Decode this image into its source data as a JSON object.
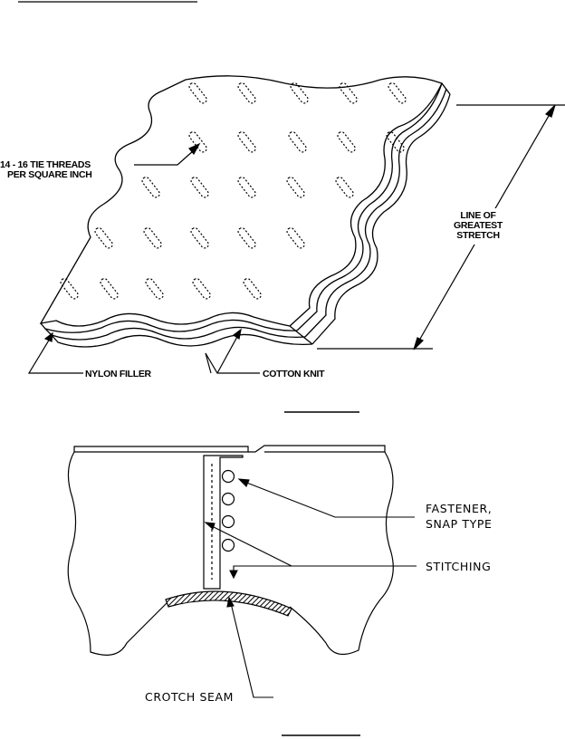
{
  "upper_figure": {
    "label_tie_threads_line1": "14 - 16 TIE THREADS",
    "label_tie_threads_line2": "PER SQUARE INCH",
    "label_stretch_line1": "LINE OF",
    "label_stretch_line2": "GREATEST",
    "label_stretch_line3": "STRETCH",
    "label_nylon": "NYLON FILLER",
    "label_cotton": "COTTON KNIT"
  },
  "lower_figure": {
    "label_fastener_line1": "FASTENER,",
    "label_fastener_line2": "SNAP TYPE",
    "label_stitching": "STITCHING",
    "label_crotch": "CROTCH SEAM"
  }
}
